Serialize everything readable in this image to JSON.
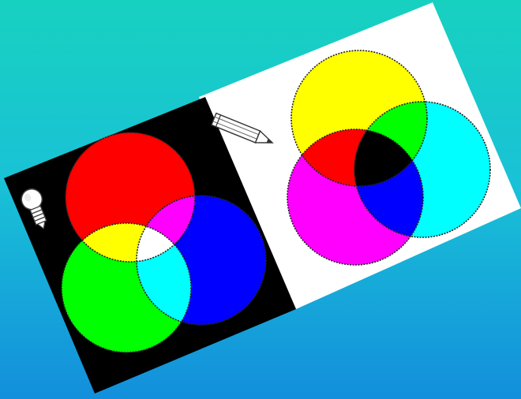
{
  "colors": {
    "background_top": "#17d1c0",
    "background_bottom": "#138fdc",
    "additive_panel": "#000000",
    "subtractive_panel": "#ffffff",
    "red": "#ff0000",
    "green": "#00ff00",
    "blue": "#0000ff",
    "yellow": "#ffff00",
    "cyan": "#00ffff",
    "magenta": "#ff00ff",
    "white": "#ffffff",
    "black": "#000000"
  },
  "icons": {
    "light": "light-bulb-icon",
    "print": "pencil-icon"
  },
  "additive": {
    "circles": [
      "red",
      "green",
      "blue"
    ],
    "overlaps": {
      "red_green": "yellow",
      "red_blue": "magenta",
      "green_blue": "cyan",
      "all": "white"
    }
  },
  "subtractive": {
    "circles": [
      "yellow",
      "magenta",
      "cyan"
    ],
    "overlaps": {
      "yellow_magenta": "red",
      "yellow_cyan": "green",
      "magenta_cyan": "blue",
      "all": "black"
    }
  }
}
